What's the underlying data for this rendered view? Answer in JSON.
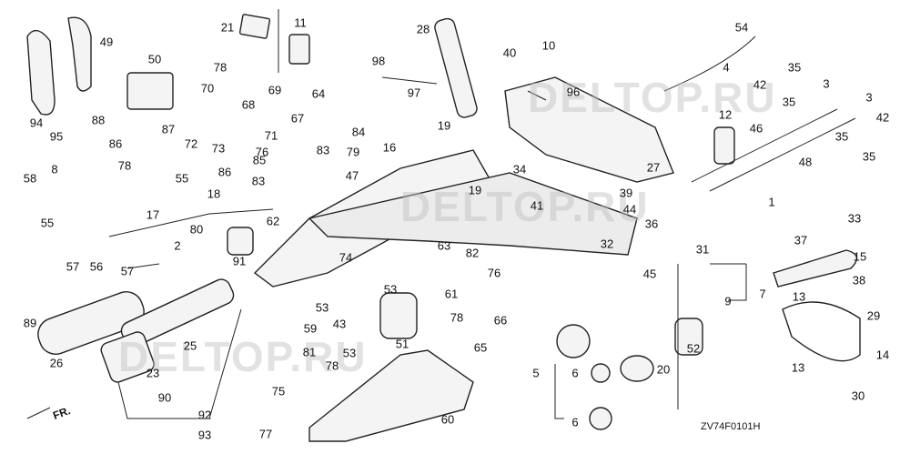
{
  "diagram": {
    "code": "ZV74F0101H",
    "direction_label": "FR.",
    "watermarks": [
      "DELTOP.RU",
      "DELTOP.RU",
      "DELTOP.RU"
    ],
    "callouts": [
      "21",
      "11",
      "28",
      "40",
      "10",
      "54",
      "49",
      "50",
      "78",
      "98",
      "97",
      "96",
      "4",
      "35",
      "42",
      "3",
      "3",
      "42",
      "35",
      "35",
      "35",
      "70",
      "69",
      "68",
      "64",
      "67",
      "84",
      "19",
      "12",
      "46",
      "48",
      "94",
      "95",
      "88",
      "86",
      "87",
      "72",
      "73",
      "71",
      "76",
      "85",
      "83",
      "79",
      "16",
      "27",
      "58",
      "8",
      "78",
      "86",
      "83",
      "47",
      "34",
      "19",
      "39",
      "41",
      "44",
      "36",
      "1",
      "55",
      "18",
      "62",
      "55",
      "33",
      "37",
      "15",
      "32",
      "31",
      "17",
      "2",
      "80",
      "91",
      "56",
      "57",
      "57",
      "63",
      "82",
      "74",
      "76",
      "45",
      "38",
      "9",
      "7",
      "13",
      "53",
      "53",
      "61",
      "89",
      "26",
      "25",
      "23",
      "59",
      "43",
      "51",
      "66",
      "78",
      "81",
      "53",
      "78",
      "65",
      "52",
      "29",
      "14",
      "13",
      "5",
      "6",
      "20",
      "30",
      "90",
      "75",
      "60",
      "92",
      "93",
      "77",
      "6"
    ]
  }
}
